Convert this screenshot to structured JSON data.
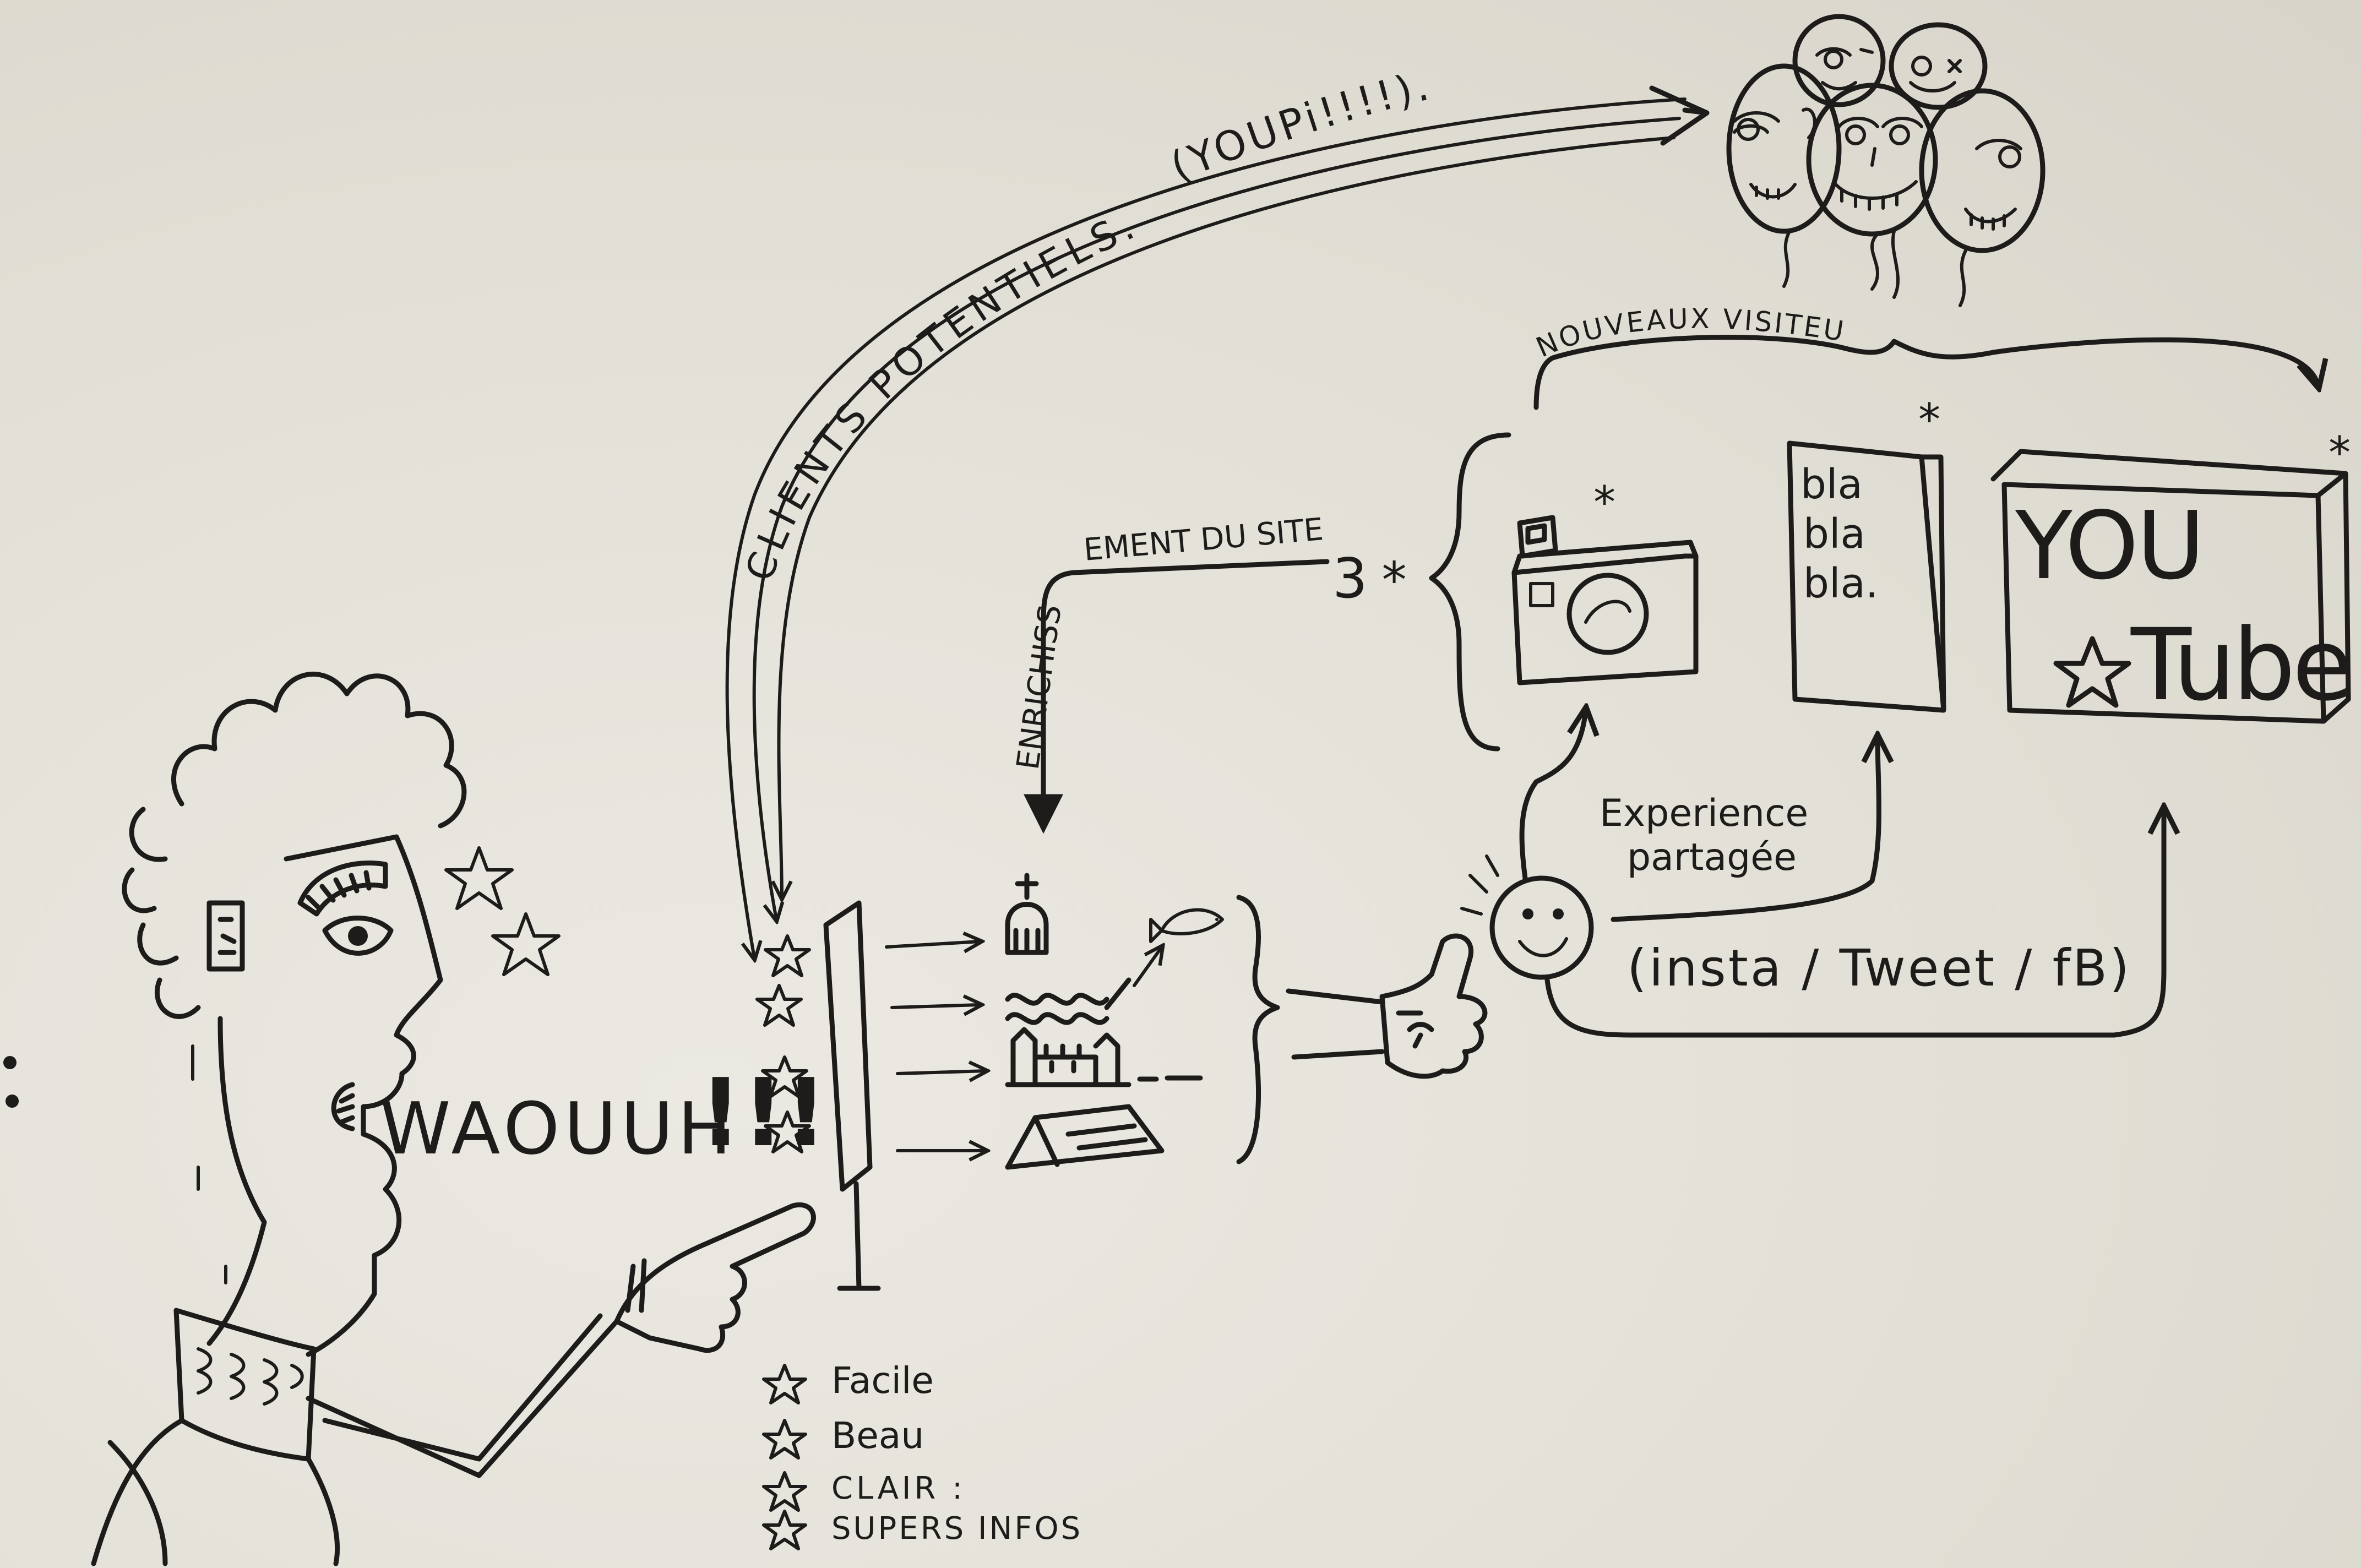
{
  "labels": {
    "clients_potentiels": "CLIENTS POTENTIELS.",
    "youpi": "(YOUPi!!!!).",
    "enrichissement_part1": "ENRICHISS",
    "enrichissement_part2": "EMENT DU SITE",
    "enrichissement_number": "3",
    "nouveaux_visiteurs": "NOUVEAUX VISITEURS",
    "blabla": [
      "bla",
      "bla",
      "bla."
    ],
    "youtube_you": "YOU",
    "youtube_tube": "Tube",
    "experience_line1": "Experience",
    "experience_line2": "partagée",
    "social": "(insta / Tweet / fB)",
    "waouh": "WAOUUH",
    "waouh_marks": "!!!",
    "asterisk": "*"
  },
  "star_list": [
    "Facile",
    "Beau",
    "CLAIR :",
    "SUPERS INFOS"
  ]
}
